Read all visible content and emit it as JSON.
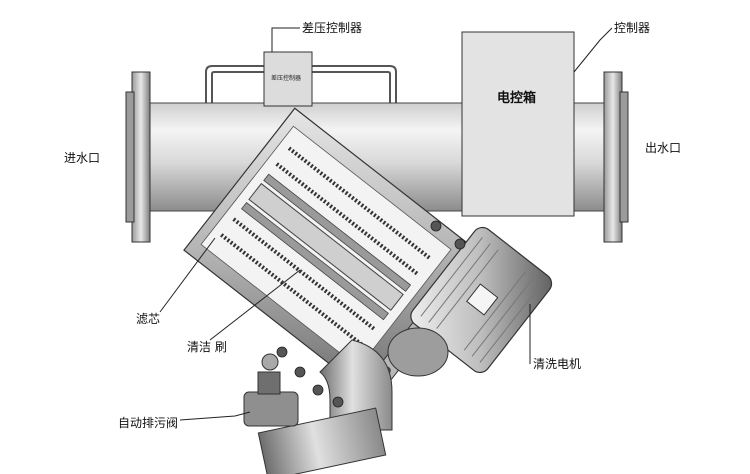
{
  "labels": {
    "diff_pressure_controller": "差压控制器",
    "controller": "控制器",
    "inlet": "进水口",
    "outlet": "出水口",
    "filter_element": "滤芯",
    "cleaning_brush": "清洁 刷",
    "cleaning_motor": "清洗电机",
    "auto_drain_valve": "自动排污阀"
  },
  "boxes": {
    "control_box": "电控箱",
    "dp_controller_plate": "差压控制器"
  }
}
